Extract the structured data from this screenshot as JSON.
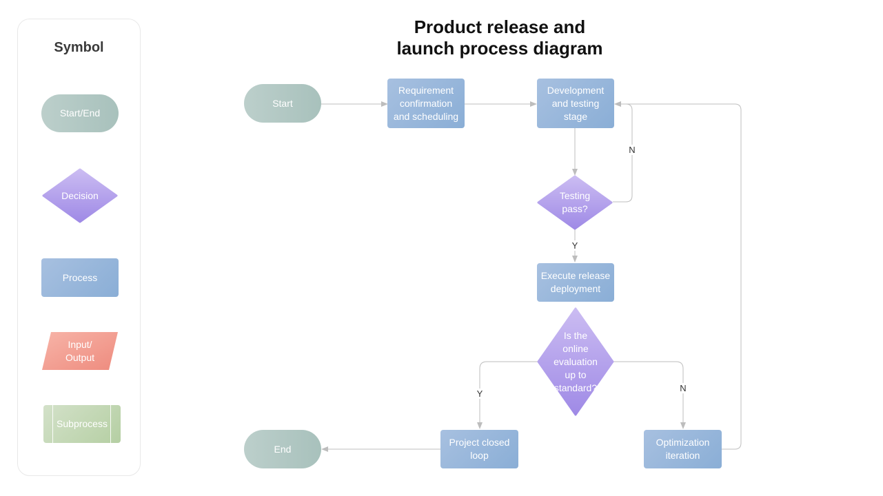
{
  "legend": {
    "title": "Symbol",
    "items": {
      "start_end": "Start/End",
      "decision": "Decision",
      "process": "Process",
      "io_line1": "Input/",
      "io_line2": "Output",
      "subprocess": "Subprocess"
    }
  },
  "diagram": {
    "title_line1": "Product release and",
    "title_line2": "launch process diagram",
    "nodes": {
      "start": "Start",
      "requirement": [
        "Requirement",
        "confirmation",
        "and scheduling"
      ],
      "development": [
        "Development",
        "and testing",
        "stage"
      ],
      "testing_pass": [
        "Testing",
        "pass?"
      ],
      "execute_release": [
        "Execute release",
        "deployment"
      ],
      "online_evaluation": [
        "Is the",
        "online",
        "evaluation",
        "up to",
        "standard?"
      ],
      "project_closed": [
        "Project closed",
        "loop"
      ],
      "optimization": [
        "Optimization",
        "iteration"
      ],
      "end": "End"
    },
    "edge_labels": {
      "testing_no": "N",
      "testing_yes": "Y",
      "evaluation_yes": "Y",
      "evaluation_no": "N"
    }
  },
  "colors": {
    "terminal": "#a8c1bc",
    "process": "#8aaed6",
    "decision": "#a692e8",
    "io": "#f0968a",
    "subprocess": "#b5cfa3",
    "connector": "#bdbdbd"
  }
}
